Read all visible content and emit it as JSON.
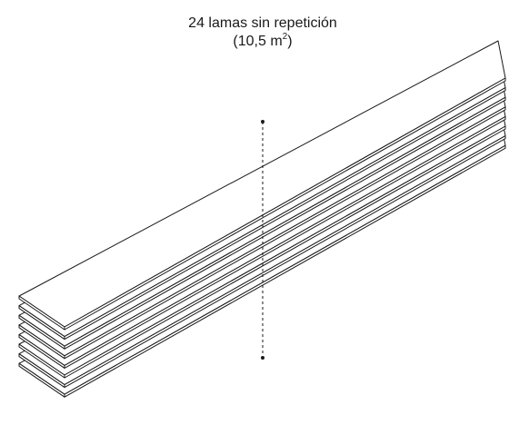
{
  "caption": {
    "line1": "24 lamas sin repetición",
    "line2_prefix": "(10,5 m",
    "line2_sup": "2",
    "line2_suffix": ")"
  },
  "illustration": {
    "plank_count_drawn": 8,
    "stroke_color": "#1a1a1a",
    "fill_color": "#ffffff"
  }
}
